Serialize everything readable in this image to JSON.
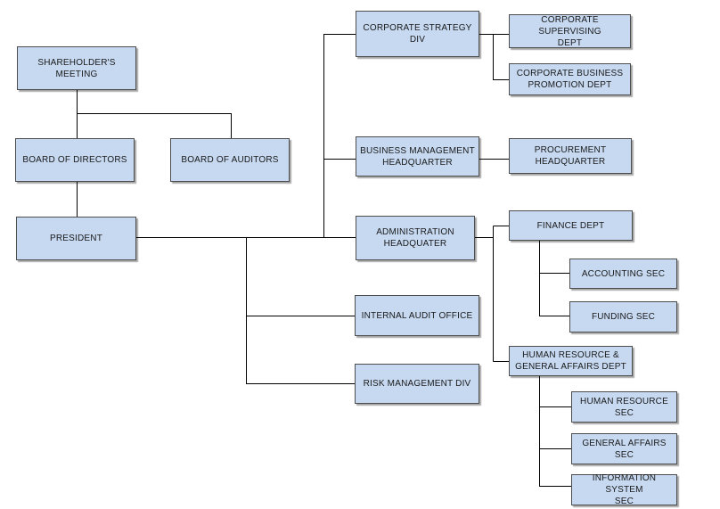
{
  "org_chart": {
    "shareholders_meeting": "SHAREHOLDER'S MEETING",
    "board_of_directors": "BOARD OF DIRECTORS",
    "board_of_auditors": "BOARD OF AUDITORS",
    "president": "PRESIDENT",
    "corporate_strategy_div": "CORPORATE STRATEGY\nDIV",
    "corporate_supervising_dept": "CORPORATE SUPERVISING\nDEPT",
    "corporate_business_promotion_dept": "CORPORATE BUSINESS\nPROMOTION DEPT",
    "business_management_hq": "BUSINESS MANAGEMENT\nHEADQUARTER",
    "procurement_hq": "PROCUREMENT\nHEADQUARTER",
    "administration_hq": "ADMINISTRATION\nHEADQUATER",
    "finance_dept": "FINANCE DEPT",
    "accounting_sec": "ACCOUNTING SEC",
    "funding_sec": "FUNDING SEC",
    "internal_audit_office": "INTERNAL AUDIT OFFICE",
    "risk_management_div": "RISK MANAGEMENT DIV",
    "hr_general_affairs_dept": "HUMAN RESOURCE &\nGENERAL AFFAIRS DEPT",
    "human_resource_sec": "HUMAN RESOURCE SEC",
    "general_affairs_sec": "GENERAL AFFAIRS SEC",
    "information_system_sec": "INFORMATION SYSTEM\nSEC"
  },
  "colors": {
    "box_fill": "#c6d9f1",
    "box_border": "#4d4d4d",
    "line": "#000000"
  }
}
